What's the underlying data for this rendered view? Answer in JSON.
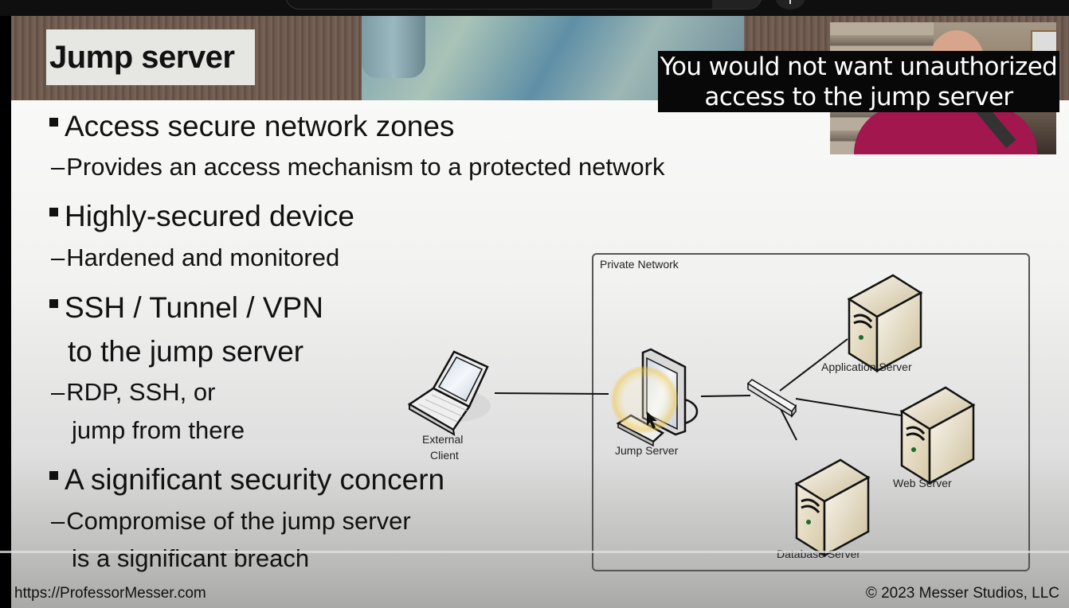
{
  "slide": {
    "title": "Jump server",
    "bullets": [
      {
        "text": "Access secure network zones",
        "sub": [
          "Provides an access mechanism to a protected network"
        ]
      },
      {
        "text": "Highly-secured device",
        "sub": [
          "Hardened and monitored"
        ]
      },
      {
        "text": "SSH / Tunnel / VPN",
        "text2": "to the jump server",
        "sub": [
          "RDP, SSH, or",
          "jump from there"
        ]
      },
      {
        "text": "A significant security concern",
        "sub": [
          "Compromise of the jump server",
          "is a significant breach"
        ]
      }
    ],
    "diagram": {
      "network_label": "Private Network",
      "external_client_line1": "External",
      "external_client_line2": "Client",
      "jump_server": "Jump Server",
      "application_server": "Application Server",
      "web_server": "Web Server",
      "database_server": "Database Server"
    },
    "footer": {
      "url": "https://ProfessorMesser.com",
      "copyright": "© 2023 Messer Studios, LLC"
    }
  },
  "caption": {
    "line1": "You would not want unauthorized",
    "line2": "access to the jump server"
  },
  "colors": {
    "caption_bg": "#080808",
    "server_beige": "#e6dcc4",
    "highlight_ring": "#f2c94c"
  }
}
